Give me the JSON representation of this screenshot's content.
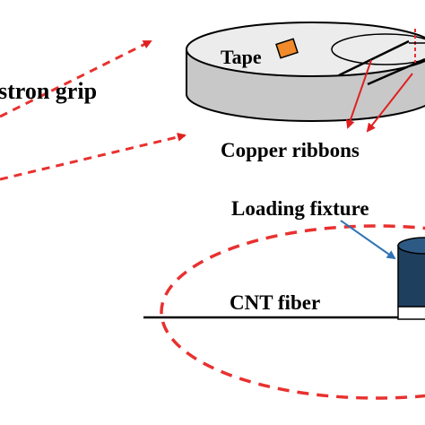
{
  "labels": {
    "instron_grip": "stron grip",
    "tape": "Tape",
    "copper_ribbons": "Copper ribbons",
    "loading_fixture": "Loading fixture",
    "cnt_fiber": "CNT fiber"
  },
  "colors": {
    "background": "#ffffff",
    "dashed_annotation": "#e8312f",
    "red_arrow": "#e02020",
    "blue_arrow": "#2e74b5",
    "disk_top": "#ececec",
    "disk_side": "#c8c8c8",
    "tape_fill": "#f08a2a",
    "fixture_fill": "#1f3f5f",
    "outline": "#000000"
  }
}
